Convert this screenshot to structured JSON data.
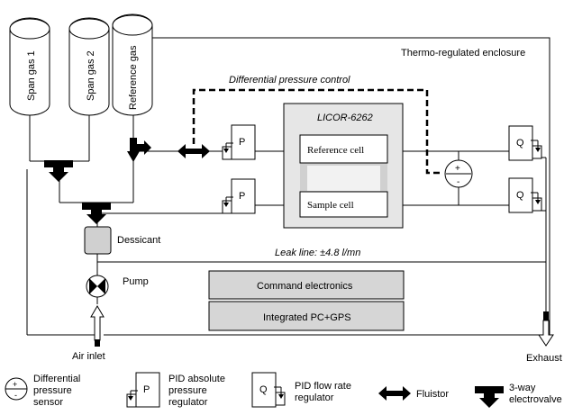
{
  "labels": {
    "enclosure": "Thermo-regulated enclosure",
    "diff_control": "Differential pressure control",
    "licor": "LICOR-6262",
    "reference_cell": "Reference cell",
    "sample_cell": "Sample cell",
    "dessicant": "Dessicant",
    "pump": "Pump",
    "leak_line": "Leak line: ±4.8 l/mn",
    "command_electronics": "Command electronics",
    "integrated_pc": "Integrated PC+GPS",
    "air_inlet": "Air inlet",
    "exhaust": "Exhaust",
    "p_mark": "P",
    "q_mark": "Q"
  },
  "cylinders": [
    "Span gas 1",
    "Span gas 2",
    "Reference gas"
  ],
  "legend": {
    "diff_sensor": [
      "Differential",
      "pressure",
      "sensor"
    ],
    "pid_pressure": [
      "PID absolute",
      "pressure",
      "regulator"
    ],
    "pid_flow": [
      "PID flow rate",
      "regulator"
    ],
    "fluistor": "Fluistor",
    "electrovalve": [
      "3-way",
      "electrovalve"
    ]
  }
}
